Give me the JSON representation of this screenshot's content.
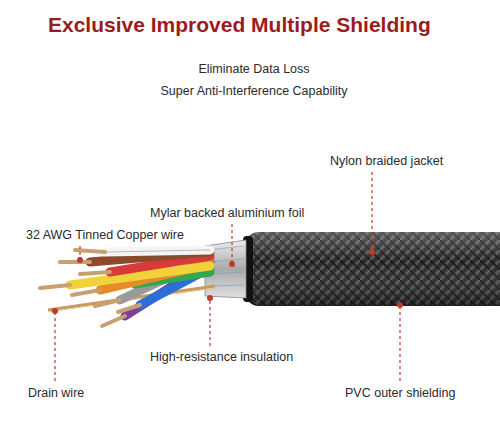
{
  "diagram": {
    "title": "Exclusive Improved Multiple Shielding",
    "labels": [
      "Eliminate Data Loss",
      "Super Anti-Interference Capability",
      "Nylon braided jacket",
      "Mylar backed aluminium foil",
      "32 AWG Tinned Copper wire",
      "High-resistance insulation",
      "Drain wire",
      "PVC outer shielding"
    ]
  }
}
